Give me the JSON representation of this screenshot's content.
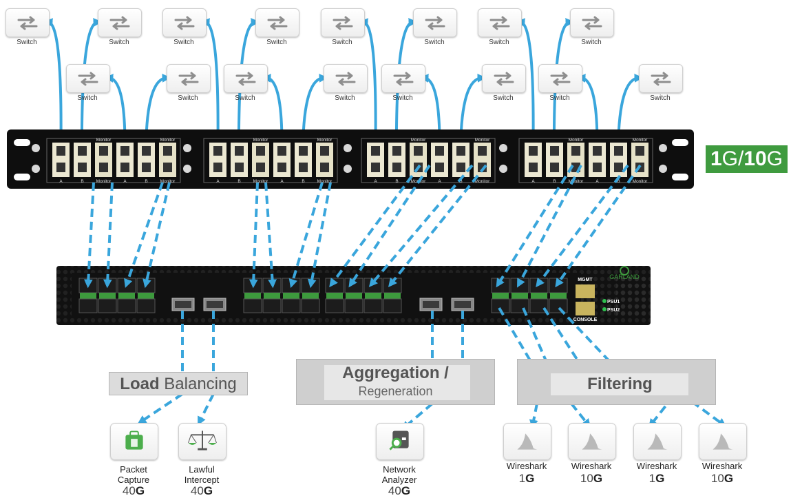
{
  "badge": {
    "bold": "1",
    "mid": "G/",
    "bold2": "10",
    "end": "G"
  },
  "switches": {
    "label": "Switch"
  },
  "patch_panel": {
    "port_labels": {
      "a": "A",
      "b": "B",
      "monitor": "Monitor"
    }
  },
  "packet_broker": {
    "mgmt": "MGMT",
    "console": "CONSOLE",
    "psu1": "PSU1",
    "psu2": "PSU2",
    "brand": "GARLAND"
  },
  "groups": {
    "load_balancing": {
      "bold": "Load",
      "rest": " Balancing"
    },
    "aggregation": {
      "title": "Aggregation /",
      "subtitle": "Regeneration"
    },
    "filtering": {
      "title": "Filtering"
    }
  },
  "tools": [
    {
      "name": "packet-capture",
      "label": "Packet Capture",
      "line1": "Packet",
      "line2": "Capture",
      "speed_num": "40",
      "speed_unit": "G",
      "icon": "briefcase-icon"
    },
    {
      "name": "lawful-intercept",
      "label": "Lawful Intercept",
      "line1": "Lawful",
      "line2": "Intercept",
      "speed_num": "40",
      "speed_unit": "G",
      "icon": "scales-icon"
    },
    {
      "name": "network-analyzer",
      "label": "Network Analyzer",
      "line1": "Network",
      "line2": "Analyzer",
      "speed_num": "40",
      "speed_unit": "G",
      "icon": "analyzer-icon"
    },
    {
      "name": "wireshark-1",
      "line1": "Wireshark",
      "speed_num": "1",
      "speed_unit": "G",
      "icon": "shark-fin-icon"
    },
    {
      "name": "wireshark-2",
      "line1": "Wireshark",
      "speed_num": "10",
      "speed_unit": "G",
      "icon": "shark-fin-icon"
    },
    {
      "name": "wireshark-3",
      "line1": "Wireshark",
      "speed_num": "1",
      "speed_unit": "G",
      "icon": "shark-fin-icon"
    },
    {
      "name": "wireshark-4",
      "line1": "Wireshark",
      "speed_num": "10",
      "speed_unit": "G",
      "icon": "shark-fin-icon"
    }
  ],
  "colors": {
    "link": "#3aa6dc",
    "badge": "#3f9b3f",
    "device": "#111111",
    "port_green": "#3d9a3d"
  }
}
